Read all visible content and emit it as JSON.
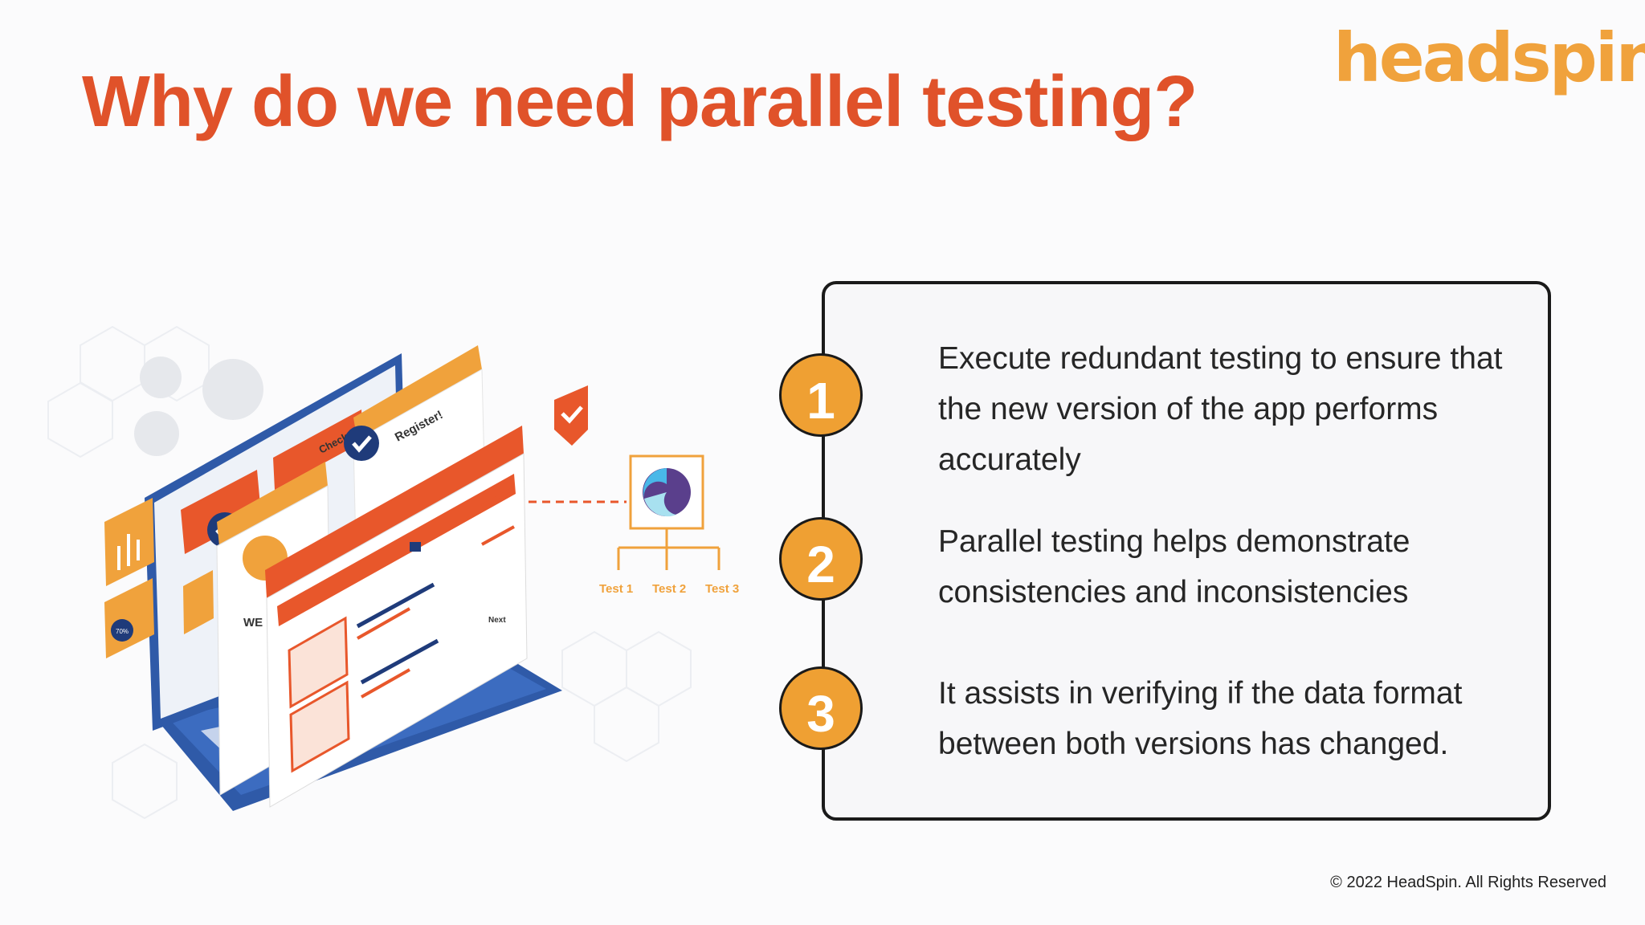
{
  "slide": {
    "title": "Why do we need parallel testing?",
    "logo_text": "headspin",
    "footer": "© 2022 HeadSpin. All Rights Reserved"
  },
  "illustration": {
    "register_label": "Register!",
    "checkout_label": "Check out",
    "tests": [
      "Test 1",
      "Test 2",
      "Test 3"
    ],
    "next_label": "Next",
    "we_label": "WE",
    "percent_label": "70%"
  },
  "points": [
    {
      "number": "1",
      "text": "Execute redundant testing to ensure that the new version of the app performs accurately"
    },
    {
      "number": "2",
      "text": "Parallel testing helps demonstrate consistencies and inconsistencies"
    },
    {
      "number": "3",
      "text": "It assists in verifying if the data format between both versions has changed."
    }
  ],
  "colors": {
    "title": "#e0522a",
    "logo": "#f0a23c",
    "badge": "#efa033",
    "laptop_blue": "#2f5aa8",
    "accent_orange": "#e8572b"
  }
}
